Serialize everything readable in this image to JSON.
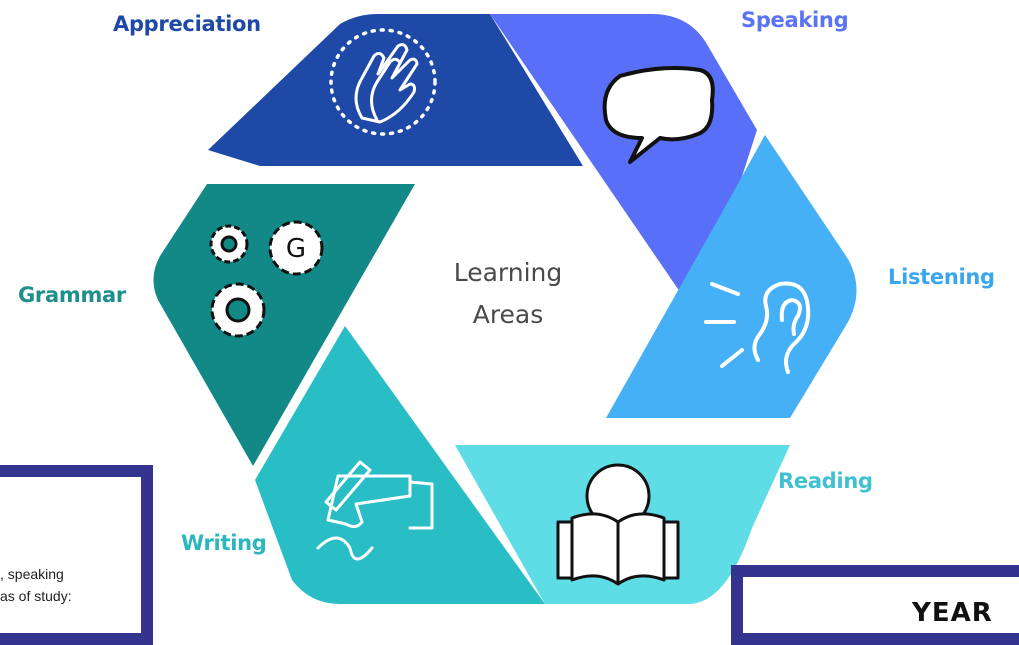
{
  "center": {
    "line1": "Learning",
    "line2": "Areas"
  },
  "areas": [
    {
      "label": "Appreciation",
      "icon": "clapping-hands-icon",
      "color": "#1e49a6"
    },
    {
      "label": "Speaking",
      "icon": "speech-bubble-icon",
      "color": "#5a6ff7"
    },
    {
      "label": "Listening",
      "icon": "ear-icon",
      "color": "#45b0f5"
    },
    {
      "label": "Reading",
      "icon": "open-book-icon",
      "color": "#5fdde6"
    },
    {
      "label": "Writing",
      "icon": "hand-writing-icon",
      "color": "#29bec6"
    },
    {
      "label": "Grammar",
      "icon": "gears-icon",
      "color": "#128987"
    }
  ],
  "overlays": {
    "left_text_line1": ", speaking",
    "left_text_line2": "as of study:",
    "right_text": "YEAR"
  }
}
